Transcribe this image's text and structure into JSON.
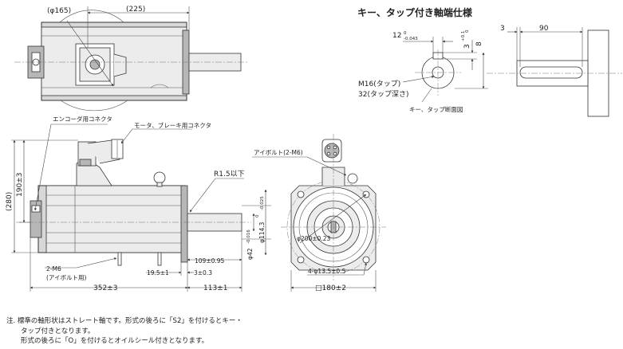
{
  "top_view": {
    "dia_165": "(φ165)",
    "len_225": "(225)"
  },
  "key_detail": {
    "title": "キー、タップ付き軸端仕様",
    "key_width": "12",
    "key_width_tol_upper": "0",
    "key_width_tol_lower": "-0.043",
    "key_depth": "3",
    "key_depth_tol_upper": "+0.1",
    "key_depth_tol_lower": "0",
    "key_height": "8",
    "tap_label": "M16(タップ)",
    "tap_depth": "32(タップ深さ)",
    "section_label": "キー、タップ断面図",
    "key_offset": "3",
    "key_length": "90"
  },
  "side_view": {
    "encoder_connector": "エンコーダ用コネクタ",
    "motor_connector": "モータ、ブレーキ用コネクタ",
    "height_280": "(280)",
    "height_190": "190±3",
    "radius": "R1.5以下",
    "shaft_dia": "φ42",
    "shaft_dia_tol": "-0.016",
    "spigot_dia": "φ114.3",
    "spigot_tol_upper": "0",
    "spigot_tol_lower": "-0.025",
    "eyebolt_left": "2-M6",
    "eyebolt_left_sub": "(アイボルト用)",
    "shaft_len": "109±0.95",
    "flange_thk": "19.5±1",
    "spigot_len": "3±0.3",
    "total_len": "352±3",
    "shaft_ext": "113±1"
  },
  "front_view": {
    "eyebolt": "アイボルト(2-M6)",
    "pcd": "φ200±0.23",
    "holes": "4-φ13.5±0.5",
    "flange_sq": "□180±2"
  },
  "notes": {
    "line1": "注. 標準の軸形状はストレート軸です。形式の後ろに「S2」を付けるとキー・",
    "line2": "タップ付きとなります。",
    "line3": "形式の後ろに「O」を付けるとオイルシール付きとなります。"
  }
}
